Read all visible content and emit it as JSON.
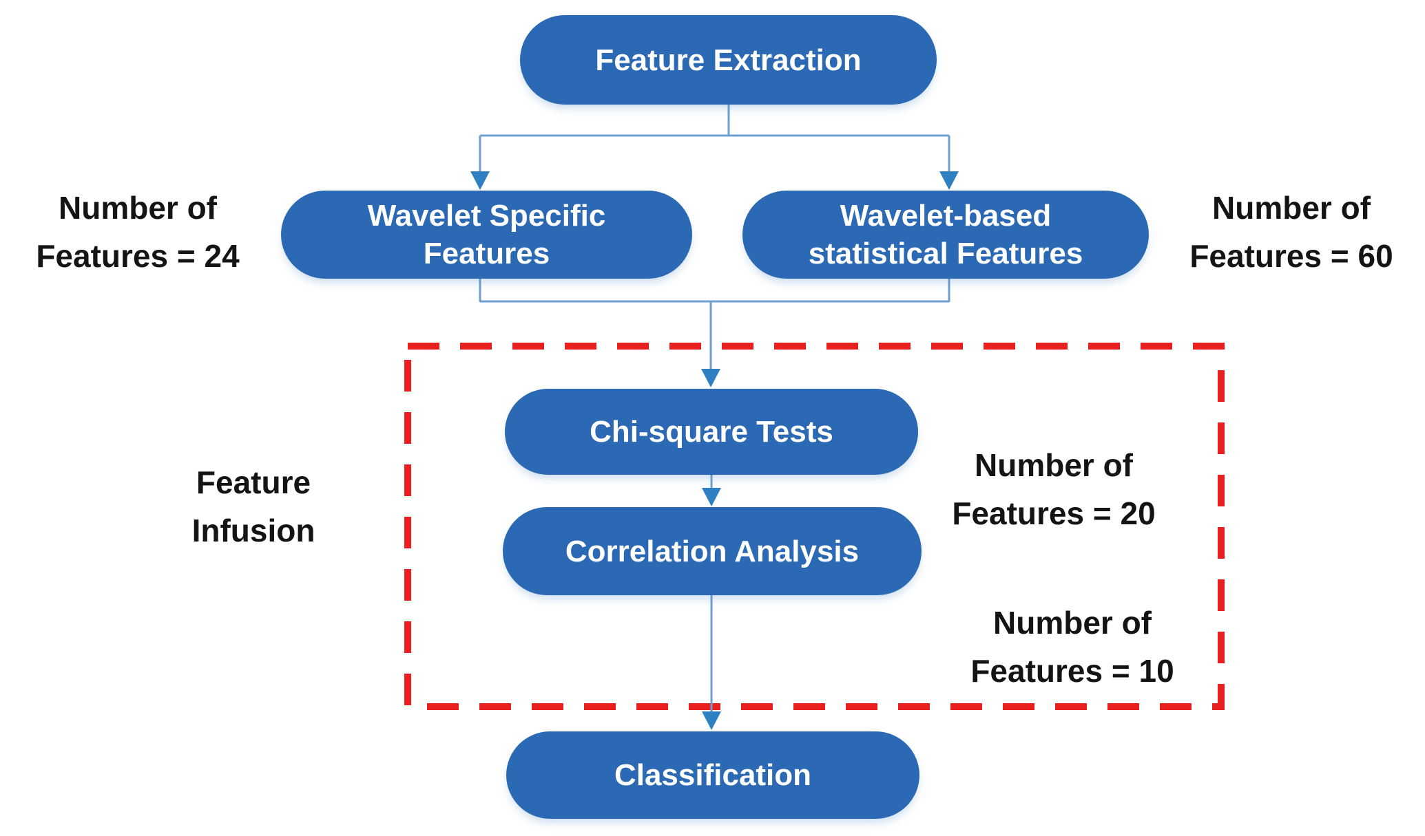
{
  "diagram": {
    "type": "flowchart",
    "nodes": {
      "feature_extraction": {
        "label": "Feature Extraction"
      },
      "wavelet_specific": {
        "lines": [
          "Wavelet Specific",
          "Features"
        ]
      },
      "wavelet_based": {
        "lines": [
          "Wavelet-based",
          "statistical Features"
        ]
      },
      "chi_square": {
        "label": "Chi-square Tests"
      },
      "correlation": {
        "label": "Correlation Analysis"
      },
      "classification": {
        "label": "Classification"
      }
    },
    "annotations": {
      "features_24": {
        "lines": [
          "Number of",
          "Features = 24"
        ]
      },
      "features_60": {
        "lines": [
          "Number of",
          "Features = 60"
        ]
      },
      "feature_infusion": {
        "lines": [
          "Feature",
          "Infusion"
        ]
      },
      "features_20": {
        "lines": [
          "Number of",
          "Features = 20"
        ]
      },
      "features_10": {
        "lines": [
          "Number of",
          "Features = 10"
        ]
      }
    },
    "colors": {
      "node_fill": "#2c69b4",
      "node_text": "#ffffff",
      "connector": "#6b9fce",
      "arrowhead": "#2f80c3",
      "dashed_box": "#e82020",
      "annotation_text": "#141414",
      "background": "#ffffff"
    }
  }
}
